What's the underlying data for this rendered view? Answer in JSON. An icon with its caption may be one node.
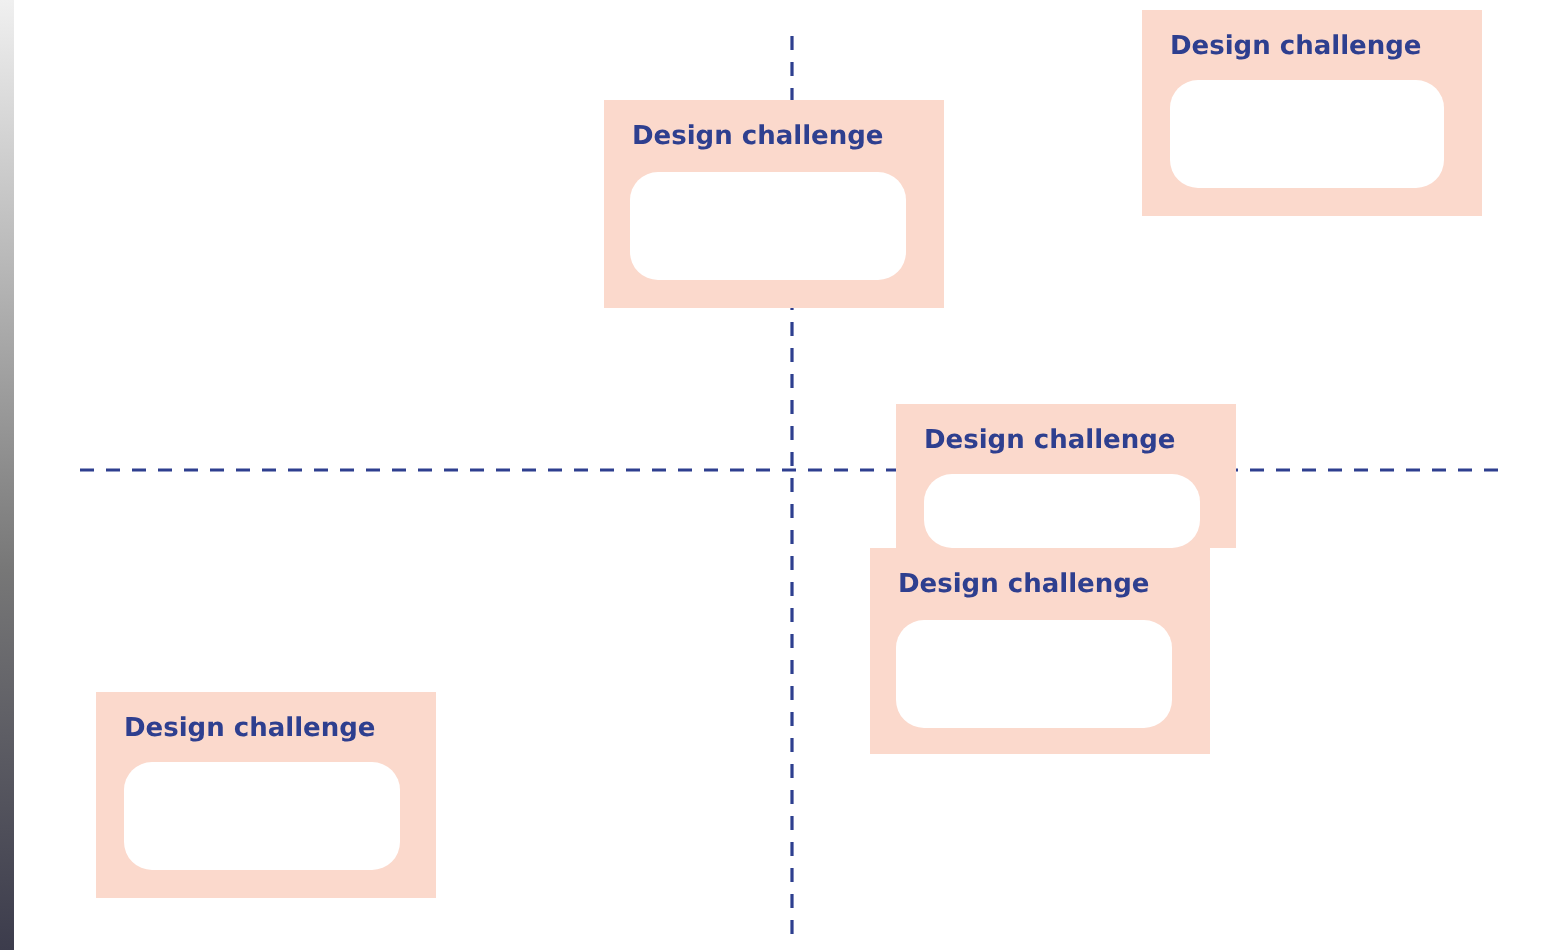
{
  "diagram": {
    "nodes": [
      {
        "text": [
          "Design challenge"
        ]
      },
      {
        "text": [],
        "shape": "box",
        "in": 0
      },
      {
        "text": [
          "Design challenge"
        ]
      },
      {
        "text": [],
        "shape": "box",
        "in": 2
      },
      {
        "text": [
          "Design challenge"
        ]
      },
      {
        "text": [],
        "shape": "box",
        "in": 4
      },
      {
        "text": [
          "Design challenge"
        ]
      },
      {
        "text": [],
        "shape": "box",
        "in": 6
      },
      {
        "text": [
          "Design challenge"
        ]
      },
      {
        "text": [],
        "shape": "box",
        "in": 8
      }
    ]
  }
}
